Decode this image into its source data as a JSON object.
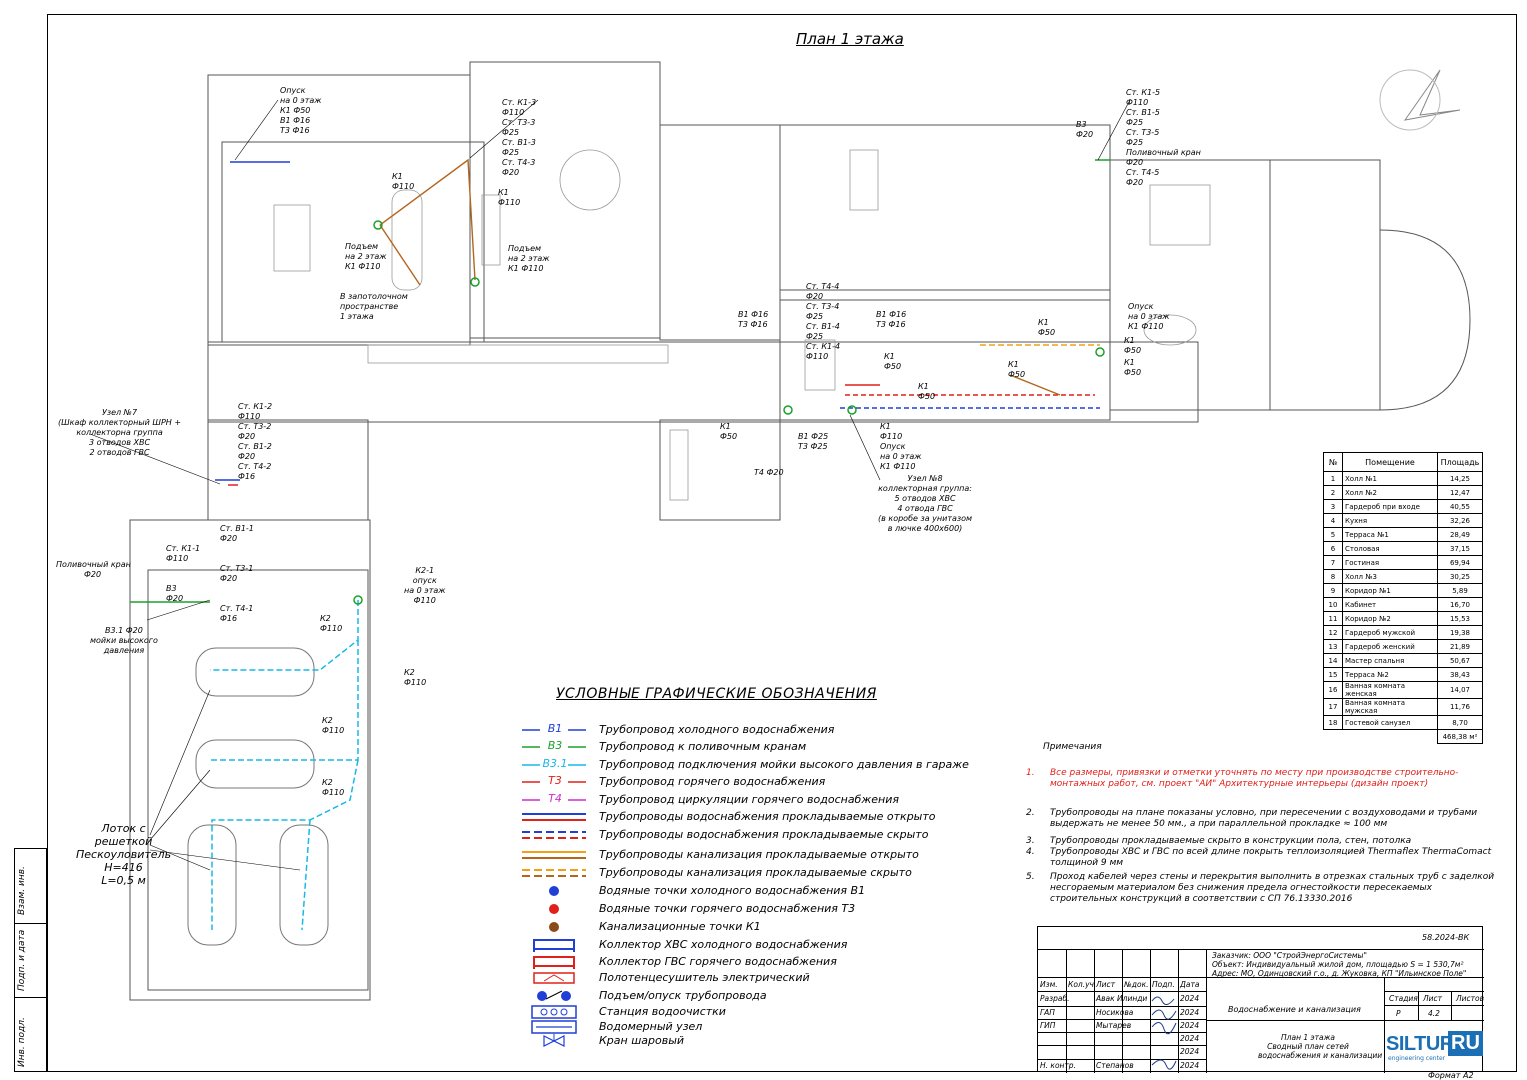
{
  "plan_title": "План 1 этажа",
  "annotations": {
    "opusk_top": [
      "Опуск",
      "на 0 этаж",
      "К1 Ф50",
      "В1 Ф16",
      "Т3 Ф16"
    ],
    "st_k13": [
      "Ст. К1-3",
      "Ф110",
      "Ст. Т3-3",
      "Ф25",
      "Ст. В1-3",
      "Ф25",
      "Ст. Т4-3",
      "Ф20"
    ],
    "k1_f110_a": [
      "К1",
      "Ф110"
    ],
    "k1_f110_b": [
      "К1",
      "Ф110"
    ],
    "podem_a": [
      "Подъем",
      "на 2 этаж",
      "К1 Ф110"
    ],
    "podem_b": [
      "Подъем",
      "на 2 этаж",
      "К1 Ф110"
    ],
    "zapotol": [
      "В запотолочном",
      "пространстве",
      "1 этажа"
    ],
    "st_k15": [
      "Ст. К1-5",
      "Ф110",
      "Ст. В1-5",
      "Ф25",
      "Ст. Т3-5",
      "Ф25",
      "Поливочный кран",
      "Ф20",
      "Ст. Т4-5",
      "Ф20"
    ],
    "v3_f20": [
      "В3",
      "Ф20"
    ],
    "st_k14": [
      "Ст. Т4-4",
      "Ф20",
      "Ст. Т3-4",
      "Ф25",
      "Ст. В1-4",
      "Ф25",
      "Ст. К1-4",
      "Ф110"
    ],
    "v1_t3_f16_a": [
      "В1 Ф16",
      "Т3 Ф16"
    ],
    "v1_t3_f16_b": [
      "В1 Ф16",
      "Т3 Ф16"
    ],
    "k1_f50_a": [
      "К1",
      "Ф50"
    ],
    "k1_f50_b": [
      "К1",
      "Ф50"
    ],
    "k1_f50_c": [
      "К1",
      "Ф50"
    ],
    "k1_f50_d": [
      "К1",
      "Ф50"
    ],
    "k1_f50_e": [
      "К1",
      "Ф50"
    ],
    "k1_f50_f": [
      "К1",
      "Ф50"
    ],
    "k1_f110_c": [
      "К1",
      "Ф110"
    ],
    "opusk_right": [
      "Опуск",
      "на 0 этаж",
      "К1 Ф110"
    ],
    "k1_f50_left": [
      "К1",
      "Ф50"
    ],
    "v1_t3_f25": [
      "В1 Ф25",
      "Т3 Ф25"
    ],
    "opusk_mid": [
      "К1",
      "Ф110",
      "Опуск",
      "на 0 этаж",
      "К1 Ф110"
    ],
    "uzel8": [
      "Узел №8",
      "коллекторная группа:",
      "5 отводов ХВС",
      "4 отвода ГВС",
      "(в коробе за унитазом",
      "в лючке 400х600)"
    ],
    "t4_f20": [
      "Т4 Ф20"
    ],
    "uzel7": [
      "Узел №7",
      "(Шкаф коллекторный ШРН +",
      "коллекторна группа",
      "3 отводов ХВС",
      "2 отводов ГВС"
    ],
    "st_k12": [
      "Ст. К1-2",
      "Ф110",
      "Ст. Т3-2",
      "Ф20",
      "Ст. В1-2",
      "Ф20",
      "Ст. Т4-2",
      "Ф16"
    ],
    "st_k11": [
      "Ст. В1-1",
      "Ф20",
      "Ст. К1-1",
      "Ф110",
      "Ст. Т3-1",
      "Ф20",
      "В3",
      "Ф20",
      "Ст. Т4-1",
      "Ф16"
    ],
    "polivochny": [
      "Поливочный кран",
      "Ф20"
    ],
    "v31": [
      "В3.1 Ф20",
      "мойки высокого",
      "давления"
    ],
    "k21": [
      "К2-1",
      "опуск",
      "на 0 этаж",
      "Ф110"
    ],
    "k2_a": [
      "К2",
      "Ф110"
    ],
    "k2_b": [
      "К2",
      "Ф110"
    ],
    "k2_c": [
      "К2",
      "Ф110"
    ],
    "k2_d": [
      "К2",
      "Ф110"
    ],
    "lotok": [
      "Лоток с",
      "решеткой",
      "Пескоуловитель",
      "Н=416",
      "L=0,5 м"
    ]
  },
  "legend": {
    "title": "УСЛОВНЫЕ ГРАФИЧЕСКИЕ ОБОЗНАЧЕНИЯ",
    "items": [
      {
        "code": "В1",
        "color": "#1f3fd6",
        "style": "line-code",
        "text": "Трубопровод холодного водоснабжения"
      },
      {
        "code": "В3",
        "color": "#1aa12a",
        "style": "line-code",
        "text": "Трубопровод к поливочным кранам"
      },
      {
        "code": "В3.1",
        "color": "#18b8e8",
        "style": "line-code",
        "text": "Трубопровод подключения мойки высокого давления в гараже"
      },
      {
        "code": "Т3",
        "color": "#e0201a",
        "style": "line-code",
        "text": "Трубопровод горячего водоснабжения"
      },
      {
        "code": "Т4",
        "color": "#d02ad0",
        "style": "line-code",
        "text": "Трубопровод циркуляции горячего водоснабжения"
      },
      {
        "code": "",
        "color": "#1f3fd6",
        "style": "double-solid",
        "text": "Трубопроводы водоснабжения прокладываемые открыто"
      },
      {
        "code": "",
        "color": "#1f3fd6",
        "style": "double-dash",
        "text": "Трубопроводы водоснабжения прокладываемые скрыто"
      },
      {
        "code": "",
        "color": "#f0a01a",
        "style": "double-solid",
        "text": "Трубопроводы канализация прокладываемые открыто"
      },
      {
        "code": "",
        "color": "#f0a01a",
        "style": "double-dash",
        "text": "Трубопроводы канализация прокладываемые скрыто"
      },
      {
        "code": "",
        "color": "#1f3fd6",
        "style": "dot",
        "text": "Водяные точки холодного водоснабжения В1"
      },
      {
        "code": "",
        "color": "#e0201a",
        "style": "dot",
        "text": "Водяные точки горячего водоснабжения Т3"
      },
      {
        "code": "",
        "color": "#8a4a1a",
        "style": "dot",
        "text": "Канализационные точки К1"
      },
      {
        "code": "",
        "color": "#1f3fd6",
        "style": "collector",
        "text": "Коллектор ХВС холодного водоснабжения"
      },
      {
        "code": "",
        "color": "#e0201a",
        "style": "collector",
        "text": "Коллектор ГВС горячего водоснабжения"
      },
      {
        "code": "",
        "color": "#e0201a",
        "style": "towel",
        "text": "Полотенцесушитель электрический"
      },
      {
        "code": "",
        "color": "#1f3fd6",
        "style": "riser",
        "text": "Подъем/опуск трубопровода"
      },
      {
        "code": "",
        "color": "#1f3fd6",
        "style": "station",
        "text": "Станция водоочистки"
      },
      {
        "code": "",
        "color": "#1f3fd6",
        "style": "meter",
        "text": "Водомерный узел"
      },
      {
        "code": "",
        "color": "#1f3fd6",
        "style": "valve",
        "text": "Кран шаровый"
      }
    ]
  },
  "notes": {
    "title": "Примечания",
    "items": [
      {
        "n": "1.",
        "red": true,
        "text": "Все размеры, привязки и отметки уточнять по месту при производстве строительно-монтажных работ, см. проект \"АИ\" Архитектурные интерьеры (дизайн проект)"
      },
      {
        "n": "2.",
        "red": false,
        "text": "Трубопроводы на плане показаны условно, при пересечении с воздуховодами и трубами выдержать не менее 50 мм., а при параллельной прокладке ≈ 100 мм"
      },
      {
        "n": "3.",
        "red": false,
        "text": "Трубопроводы прокладываемые скрыто в конструкции пола, стен, потолка"
      },
      {
        "n": "4.",
        "red": false,
        "text": "Трубопроводы ХВС и ГВС по всей длине покрыть теплоизоляцией Thermaflex ThermaComact толщиной 9 мм"
      },
      {
        "n": "5.",
        "red": false,
        "text": "Проход кабелей через стены и перекрытия выполнить в отрезках стальных труб с заделкой несгораемым материалом без снижения предела огнестойкости пересекаемых строительных конструкций в соответствии с СП 76.13330.2016"
      }
    ]
  },
  "rooms_table": {
    "headers": [
      "№",
      "Помещение",
      "Площадь"
    ],
    "rows": [
      [
        "1",
        "Холл №1",
        "14,25"
      ],
      [
        "2",
        "Холл №2",
        "12,47"
      ],
      [
        "3",
        "Гардероб при входе",
        "40,55"
      ],
      [
        "4",
        "Кухня",
        "32,26"
      ],
      [
        "5",
        "Терраса №1",
        "28,49"
      ],
      [
        "6",
        "Столовая",
        "37,15"
      ],
      [
        "7",
        "Гостиная",
        "69,94"
      ],
      [
        "8",
        "Холл №3",
        "30,25"
      ],
      [
        "9",
        "Коридор №1",
        "5,89"
      ],
      [
        "10",
        "Кабинет",
        "16,70"
      ],
      [
        "11",
        "Коридор №2",
        "15,53"
      ],
      [
        "12",
        "Гардероб мужской",
        "19,38"
      ],
      [
        "13",
        "Гардероб женский",
        "21,89"
      ],
      [
        "14",
        "Мастер спальня",
        "50,67"
      ],
      [
        "15",
        "Терраса №2",
        "38,43"
      ],
      [
        "16",
        "Ванная комната женская",
        "14,07"
      ],
      [
        "17",
        "Ванная комната мужская",
        "11,76"
      ],
      [
        "18",
        "Гостевой санузел",
        "8,70"
      ]
    ],
    "total": "468,38 м²"
  },
  "stamp": {
    "code": "58.2024-ВК",
    "customer": "Заказчик: ООО \"СтройЭнергоСистемы\"",
    "object": "Объект:  Индивидуальный жилой дом, площадью S = 1 530,7м²",
    "address": "Адрес: МО, Одинцовский г.о., д. Жуковка, КП \"Ильинское Поле\"",
    "cols": [
      "Изм.",
      "Кол.уч",
      "Лист",
      "№док.",
      "Подп.",
      "Дата"
    ],
    "people": [
      {
        "role": "Разраб.",
        "name": "Авак Илинди",
        "date": "2024"
      },
      {
        "role": "ГАП",
        "name": "Носикова",
        "date": "2024"
      },
      {
        "role": "ГИП",
        "name": "Мытарев",
        "date": "2024"
      },
      {
        "role": "",
        "name": "",
        "date": "2024"
      },
      {
        "role": "Н. контр.",
        "name": "Степанов",
        "date": "2024"
      }
    ],
    "section": "Водоснабжение и канализация",
    "stage_h": "Стадия",
    "sheet_h": "Лист",
    "sheets_h": "Листов",
    "stage": "Р",
    "sheet": "4.2",
    "sheet_title": [
      "План 1 этажа",
      "Сводный план сетей",
      "водоснабжения и канализации"
    ]
  },
  "logo": {
    "main": "SILTURA",
    "suffix": "RU",
    "sub": "engineering center"
  },
  "format": "Формат А2",
  "side_labels": [
    "Инв. подл.",
    "Подп. и дата",
    "Взам. инв."
  ]
}
